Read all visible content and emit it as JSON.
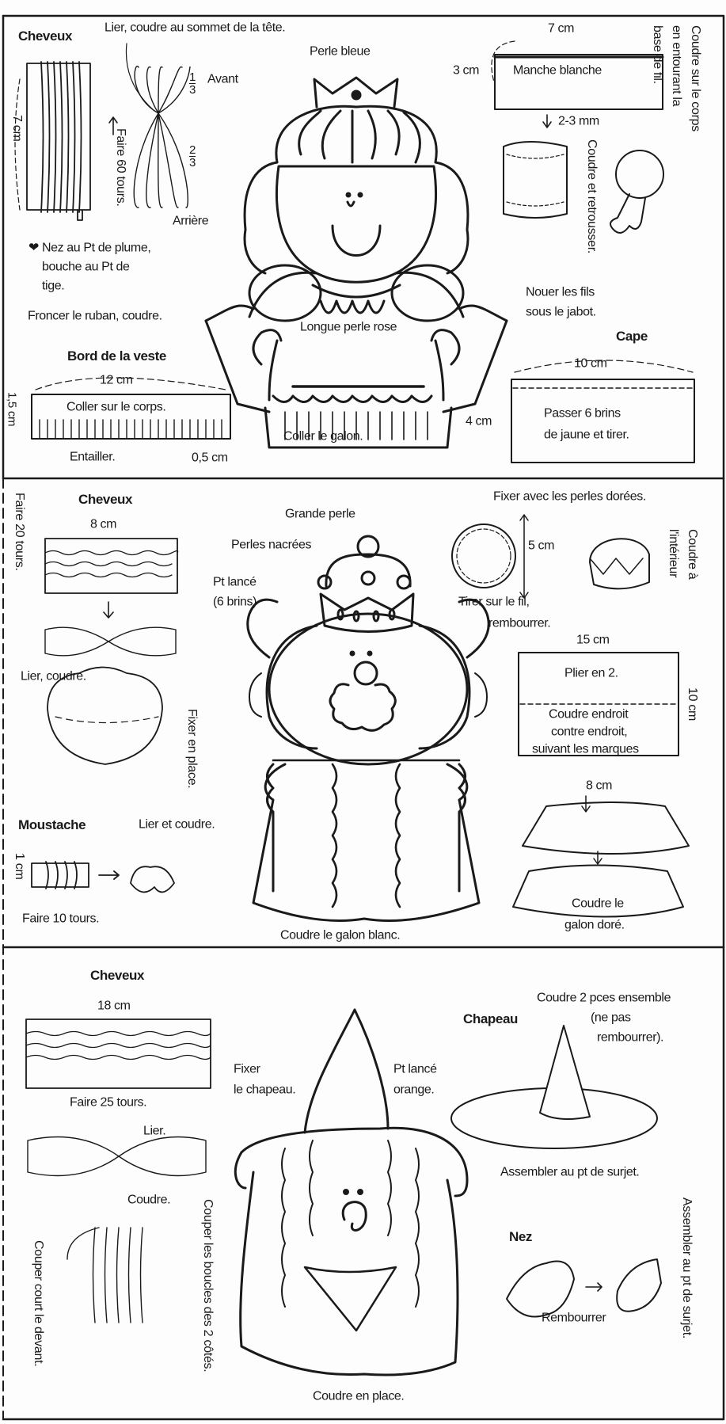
{
  "panel1": {
    "cheveux_title": "Cheveux",
    "tie_top": "Lier, coudre au sommet de la tête.",
    "seven_cm_vertical": "7 cm",
    "fraction_front_num": "1",
    "fraction_front_den": "3",
    "front": "Avant",
    "fraction_back_num": "2",
    "fraction_back_den": "3",
    "back": "Arrière",
    "turns": "Faire 60 tours.",
    "blue_bead": "Perle bleue",
    "face_note": [
      "Nez au Pt de plume,",
      "bouche au Pt de",
      "tige."
    ],
    "gather_ribbon": "Froncer le ruban, coudre.",
    "pink_bead": "Longue perle rose",
    "sleeve_width": "7 cm",
    "sleeve_height": "3 cm",
    "sleeve_label": "Manche blanche",
    "sleeve_hem": "2-3 mm",
    "sew_roll": "Coudre et retrousser.",
    "sew_body": [
      "Coudre sur le corps",
      "en entourant la",
      "base de fil."
    ],
    "tie_threads": [
      "Nouer les fils",
      "sous le jabot."
    ],
    "jacket_title": "Bord de la veste",
    "jacket_width": "12 cm",
    "jacket_height": "1,5 cm",
    "jacket_label": "Coller sur le corps.",
    "notch": "Entailler.",
    "notch_depth": "0,5 cm",
    "glue_trim": "Coller le galon.",
    "cape_title": "Cape",
    "cape_width": "10 cm",
    "cape_height": "4 cm",
    "cape_label": [
      "Passer  6 brins",
      "de jaune et tirer."
    ]
  },
  "panel2": {
    "turns": "Faire 20 tours.",
    "cheveux_title": "Cheveux",
    "hair_width": "8 cm",
    "tie_sew": "Lier, coudre.",
    "fix_place": "Fixer en place.",
    "big_bead": "Grande perle",
    "pearl_beads": "Perles nacrées",
    "stitch": [
      "Pt lancé",
      "(6 brins)"
    ],
    "fix_gold": "Fixer avec les perles dorées.",
    "circle_size": "5 cm",
    "pull_thread": [
      "Tirer sur le fil,",
      "rembourrer."
    ],
    "sew_inside": [
      "Coudre à",
      "l'intérieur"
    ],
    "rect_width": "15 cm",
    "rect_height": "10 cm",
    "fold": "Plier en 2.",
    "sew_instructions": [
      "Coudre endroit",
      "contre endroit,",
      "suivant les marques"
    ],
    "skirt_width": "8 cm",
    "sew_gold": [
      "Coudre le",
      "galon doré."
    ],
    "moustache_title": "Moustache",
    "tie_and_sew": "Lier et coudre.",
    "one_cm": "1 cm",
    "ten_turns": "Faire 10 tours.",
    "white_trim": "Coudre le galon blanc."
  },
  "panel3": {
    "cheveux_title": "Cheveux",
    "hair_width": "18 cm",
    "turns": "Faire 25 tours.",
    "tie": "Lier.",
    "sew": "Coudre.",
    "cut_front": "Couper court le devant.",
    "cut_loops": "Couper les boucles des 2 côtés.",
    "fix_hat": [
      "Fixer",
      "le chapeau."
    ],
    "orange_stitch": [
      "Pt lancé",
      "orange."
    ],
    "hat_title": "Chapeau",
    "hat_sew": [
      "Coudre 2 pces ensemble",
      "(ne pas",
      "rembourrer)."
    ],
    "hat_assemble": "Assembler au pt de surjet.",
    "nose_title": "Nez",
    "stuff": "Rembourrer",
    "nose_assemble": "Assembler au pt de surjet.",
    "sew_place": "Coudre en place."
  },
  "colors": {
    "ink": "#1a1a1a",
    "paper": "#fdfdfd"
  }
}
